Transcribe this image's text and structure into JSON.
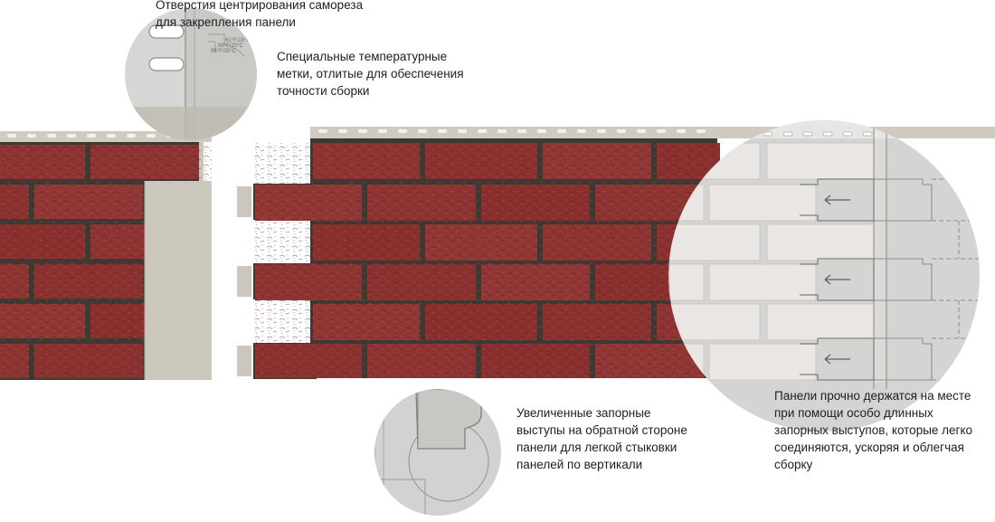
{
  "callouts": {
    "centering_holes": {
      "lines": [
        "Отверстия центрирования самореза",
        "для закрепления панели"
      ]
    },
    "temperature_marks": {
      "lines": [
        "Специальные температурные",
        "метки, отлитые для обеспечения",
        "точности сборки"
      ],
      "marks": [
        "61°F/15°C",
        "68°F/20°C",
        "95°F/35°C"
      ]
    },
    "lock_tabs": {
      "lines": [
        "Увеличенные запорные",
        "выступы на обратной стороне",
        "панели для легкой стыковки",
        "панелей по вертикали"
      ]
    },
    "long_locks": {
      "lines": [
        "Панели прочно держатся на месте",
        "при помощи особо длинных",
        "запорных выступов, которые легко",
        "соединяются, ускоряя и облегчая",
        "сборку"
      ]
    }
  },
  "colors": {
    "brick": "#8e3433",
    "brick_dark": "#6e2425",
    "mortar": "#3d3a34",
    "frame": "#c9c5bb",
    "lens": "#d4d4d2",
    "outline": "#8a8a8a"
  }
}
